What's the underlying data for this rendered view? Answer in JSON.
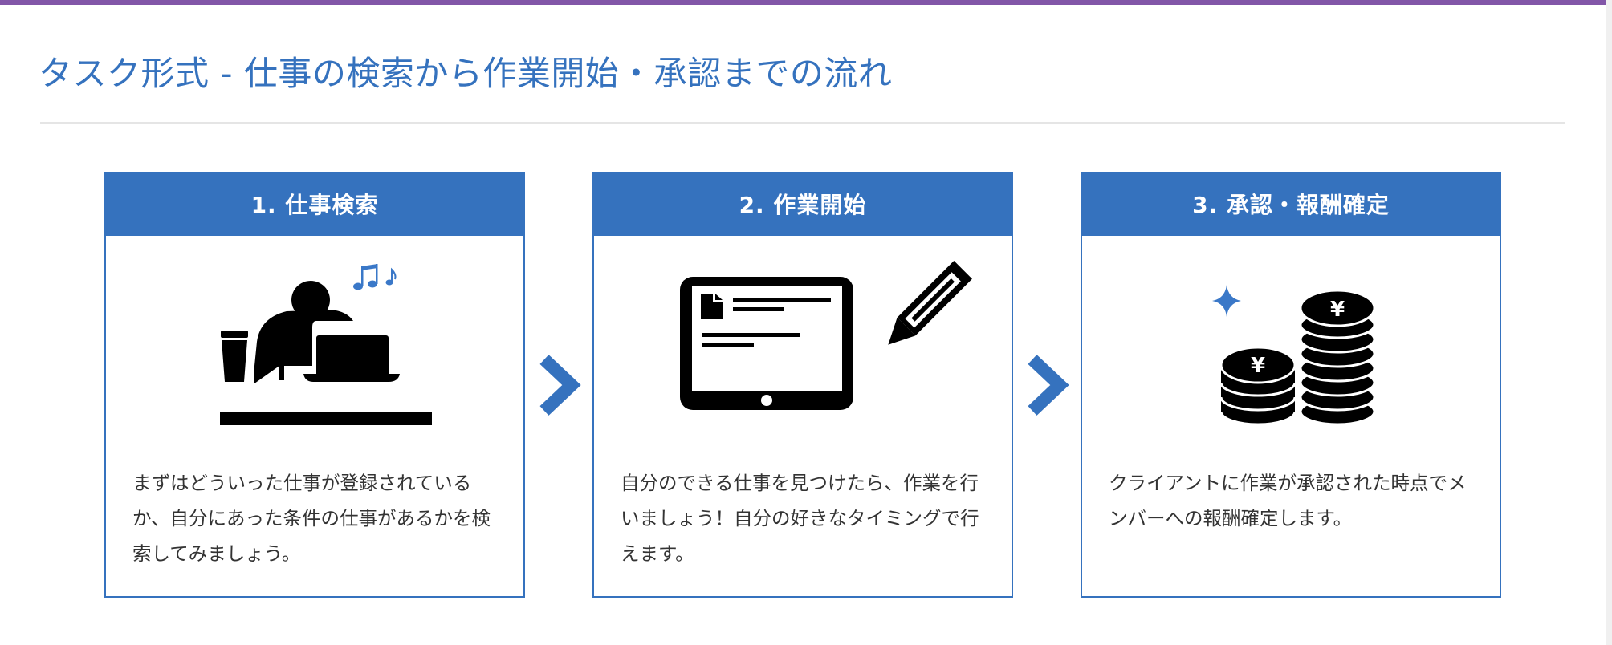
{
  "page": {
    "title": "タスク形式 - 仕事の検索から作業開始・承認までの流れ",
    "colors": {
      "accent": "#3572be",
      "topbar": "#8256a8",
      "divider": "#e5e5e5",
      "text": "#333333"
    }
  },
  "steps": [
    {
      "title": "1. 仕事検索",
      "icon": "person-at-laptop-icon",
      "description": "まずはどういった仕事が登録されているか、自分にあった条件の仕事があるかを検索してみましょう。"
    },
    {
      "title": "2. 作業開始",
      "icon": "monitor-and-pencil-icon",
      "description": "自分のできる仕事を見つけたら、作業を行いましょう！自分の好きなタイミングで行えます。"
    },
    {
      "title": "3. 承認・報酬確定",
      "icon": "yen-coins-icon",
      "description": "クライアントに作業が承認された時点でメンバーへの報酬確定します。"
    }
  ],
  "arrows": [
    "chevron-right-icon",
    "chevron-right-icon"
  ]
}
